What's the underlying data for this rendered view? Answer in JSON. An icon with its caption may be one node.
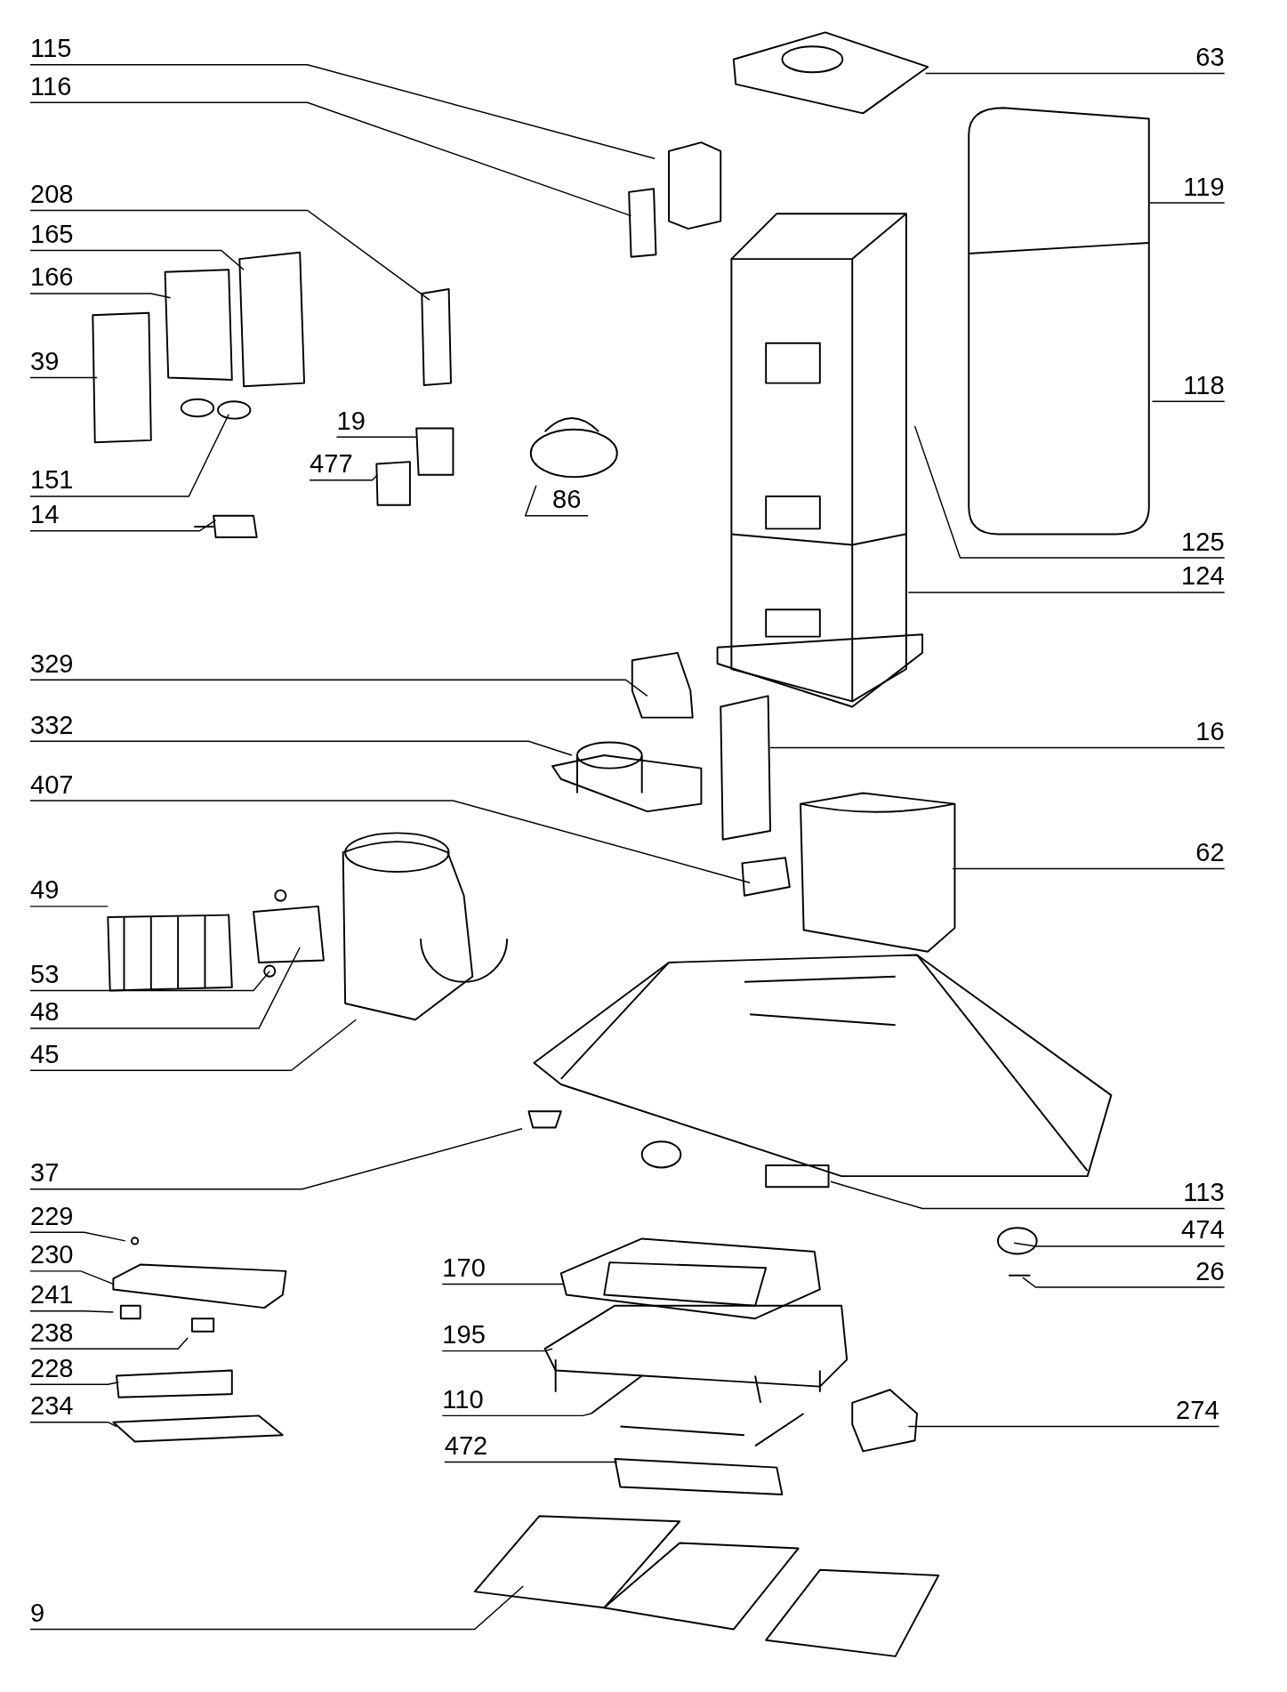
{
  "diagram": {
    "nodes": [
      {
        "text": [
          "115"
        ]
      },
      {
        "text": [
          "116"
        ]
      },
      {
        "text": [
          "63"
        ]
      },
      {
        "text": [
          "119"
        ]
      },
      {
        "text": [
          "208"
        ]
      },
      {
        "text": [
          "165"
        ]
      },
      {
        "text": [
          "166"
        ]
      },
      {
        "text": [
          "39"
        ]
      },
      {
        "text": [
          "118"
        ]
      },
      {
        "text": [
          "19"
        ]
      },
      {
        "text": [
          "477"
        ]
      },
      {
        "text": [
          "151"
        ]
      },
      {
        "text": [
          "86"
        ]
      },
      {
        "text": [
          "14"
        ]
      },
      {
        "text": [
          "125"
        ]
      },
      {
        "text": [
          "124"
        ]
      },
      {
        "text": [
          "329"
        ]
      },
      {
        "text": [
          "332"
        ]
      },
      {
        "text": [
          "16"
        ]
      },
      {
        "text": [
          "407"
        ]
      },
      {
        "text": [
          "62"
        ]
      },
      {
        "text": [
          "49"
        ]
      },
      {
        "text": [
          "53"
        ]
      },
      {
        "text": [
          "48"
        ]
      },
      {
        "text": [
          "45"
        ]
      },
      {
        "text": [
          "37"
        ]
      },
      {
        "text": [
          "113"
        ]
      },
      {
        "text": [
          "229"
        ]
      },
      {
        "text": [
          "474"
        ]
      },
      {
        "text": [
          "230"
        ]
      },
      {
        "text": [
          "170"
        ]
      },
      {
        "text": [
          "26"
        ]
      },
      {
        "text": [
          "241"
        ]
      },
      {
        "text": [
          "238"
        ]
      },
      {
        "text": [
          "195"
        ]
      },
      {
        "text": [
          "228"
        ]
      },
      {
        "text": [
          "110"
        ]
      },
      {
        "text": [
          "274"
        ]
      },
      {
        "text": [
          "234"
        ]
      },
      {
        "text": [
          "472"
        ]
      },
      {
        "text": [
          "9"
        ]
      }
    ],
    "edges": [
      {
        "from": 0,
        "to": null,
        "arrow": "none"
      },
      {
        "from": 1,
        "to": null,
        "arrow": "none"
      },
      {
        "from": 2,
        "to": null,
        "arrow": "none"
      },
      {
        "from": 3,
        "to": null,
        "arrow": "none"
      },
      {
        "from": 4,
        "to": null,
        "arrow": "none"
      },
      {
        "from": 5,
        "to": null,
        "arrow": "none"
      },
      {
        "from": 6,
        "to": null,
        "arrow": "none"
      },
      {
        "from": 7,
        "to": null,
        "arrow": "none"
      },
      {
        "from": 8,
        "to": null,
        "arrow": "none"
      },
      {
        "from": 9,
        "to": null,
        "arrow": "none"
      },
      {
        "from": 10,
        "to": null,
        "arrow": "none"
      },
      {
        "from": 11,
        "to": null,
        "arrow": "none"
      },
      {
        "from": 12,
        "to": null,
        "arrow": "none"
      },
      {
        "from": 13,
        "to": null,
        "arrow": "none"
      },
      {
        "from": 14,
        "to": null,
        "arrow": "none"
      },
      {
        "from": 15,
        "to": null,
        "arrow": "none"
      },
      {
        "from": 16,
        "to": null,
        "arrow": "none"
      },
      {
        "from": 17,
        "to": null,
        "arrow": "none"
      },
      {
        "from": 18,
        "to": null,
        "arrow": "none"
      },
      {
        "from": 19,
        "to": null,
        "arrow": "none"
      },
      {
        "from": 20,
        "to": null,
        "arrow": "none"
      },
      {
        "from": 21,
        "to": null,
        "arrow": "none"
      },
      {
        "from": 22,
        "to": null,
        "arrow": "none"
      },
      {
        "from": 23,
        "to": null,
        "arrow": "none"
      },
      {
        "from": 24,
        "to": null,
        "arrow": "none"
      },
      {
        "from": 25,
        "to": null,
        "arrow": "none"
      },
      {
        "from": 26,
        "to": null,
        "arrow": "none"
      },
      {
        "from": 27,
        "to": null,
        "arrow": "none"
      },
      {
        "from": 28,
        "to": null,
        "arrow": "none"
      },
      {
        "from": 29,
        "to": null,
        "arrow": "none"
      },
      {
        "from": 30,
        "to": null,
        "arrow": "none"
      },
      {
        "from": 31,
        "to": null,
        "arrow": "none"
      },
      {
        "from": 32,
        "to": null,
        "arrow": "none"
      },
      {
        "from": 33,
        "to": null,
        "arrow": "none"
      },
      {
        "from": 34,
        "to": null,
        "arrow": "none"
      },
      {
        "from": 35,
        "to": null,
        "arrow": "none"
      },
      {
        "from": 36,
        "to": null,
        "arrow": "none"
      },
      {
        "from": 37,
        "to": null,
        "arrow": "none"
      },
      {
        "from": 38,
        "to": null,
        "arrow": "none"
      },
      {
        "from": 39,
        "to": null,
        "arrow": "none"
      },
      {
        "from": 40,
        "to": null,
        "arrow": "none"
      }
    ]
  }
}
